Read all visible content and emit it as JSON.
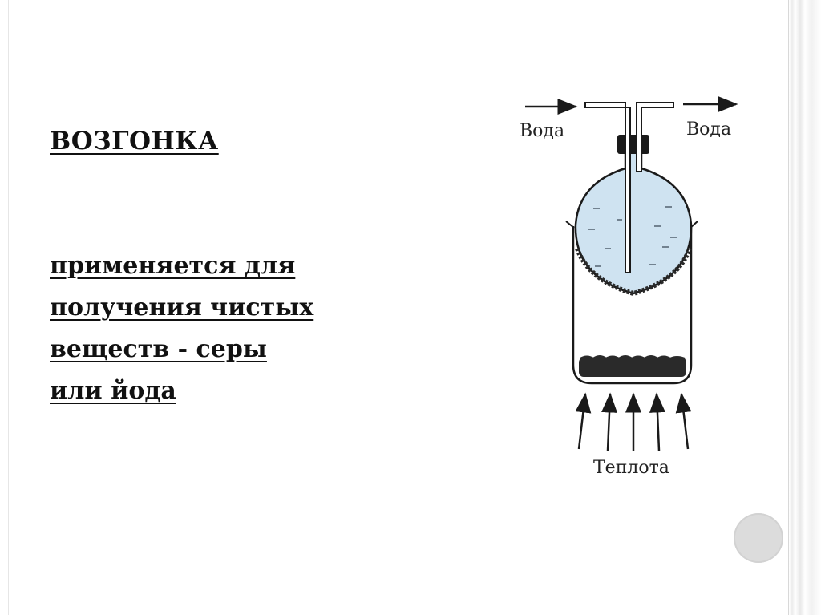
{
  "slide": {
    "title": "ВОЗГОНКА",
    "body_lines": [
      "применяется для",
      "получения чистых",
      "веществ - серы",
      "или йода"
    ]
  },
  "diagram": {
    "inlet_label": "Вода",
    "outlet_label": "Вода",
    "heat_label": "Теплота",
    "colors": {
      "water": "#cfe3f1",
      "stroke": "#1a1a1a",
      "sediment": "#2a2a2a"
    }
  }
}
